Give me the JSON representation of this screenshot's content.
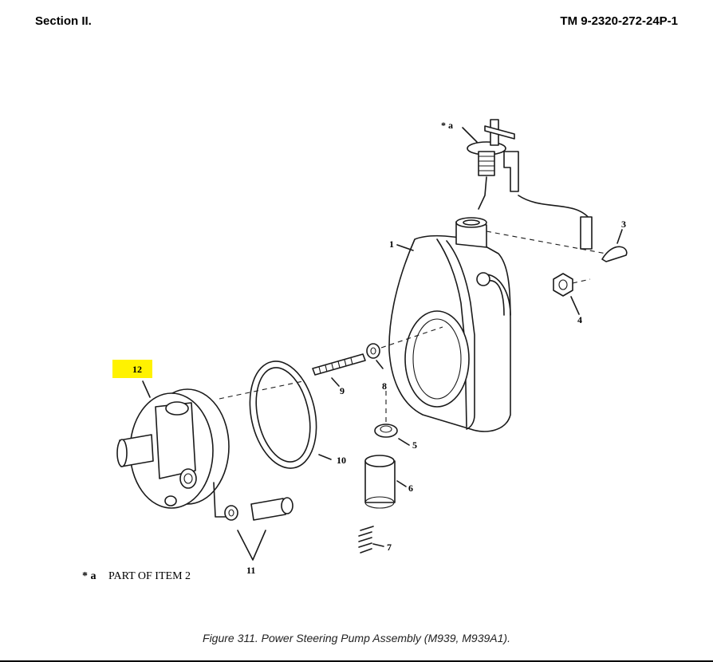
{
  "header": {
    "section": "Section II.",
    "tm_number": "TM 9-2320-272-24P-1"
  },
  "callouts": {
    "item_1": "1",
    "item_3": "3",
    "item_4": "4",
    "item_5": "5",
    "item_6": "6",
    "item_7": "7",
    "item_8": "8",
    "item_9": "9",
    "item_10": "10",
    "item_11": "11",
    "item_12": "12",
    "item_a": "* a"
  },
  "footnote": {
    "marker": "* a",
    "text": "PART OF ITEM 2"
  },
  "caption": "Figure 311.  Power Steering Pump Assembly (M939, M939A1).",
  "highlight_color": "#fff200"
}
